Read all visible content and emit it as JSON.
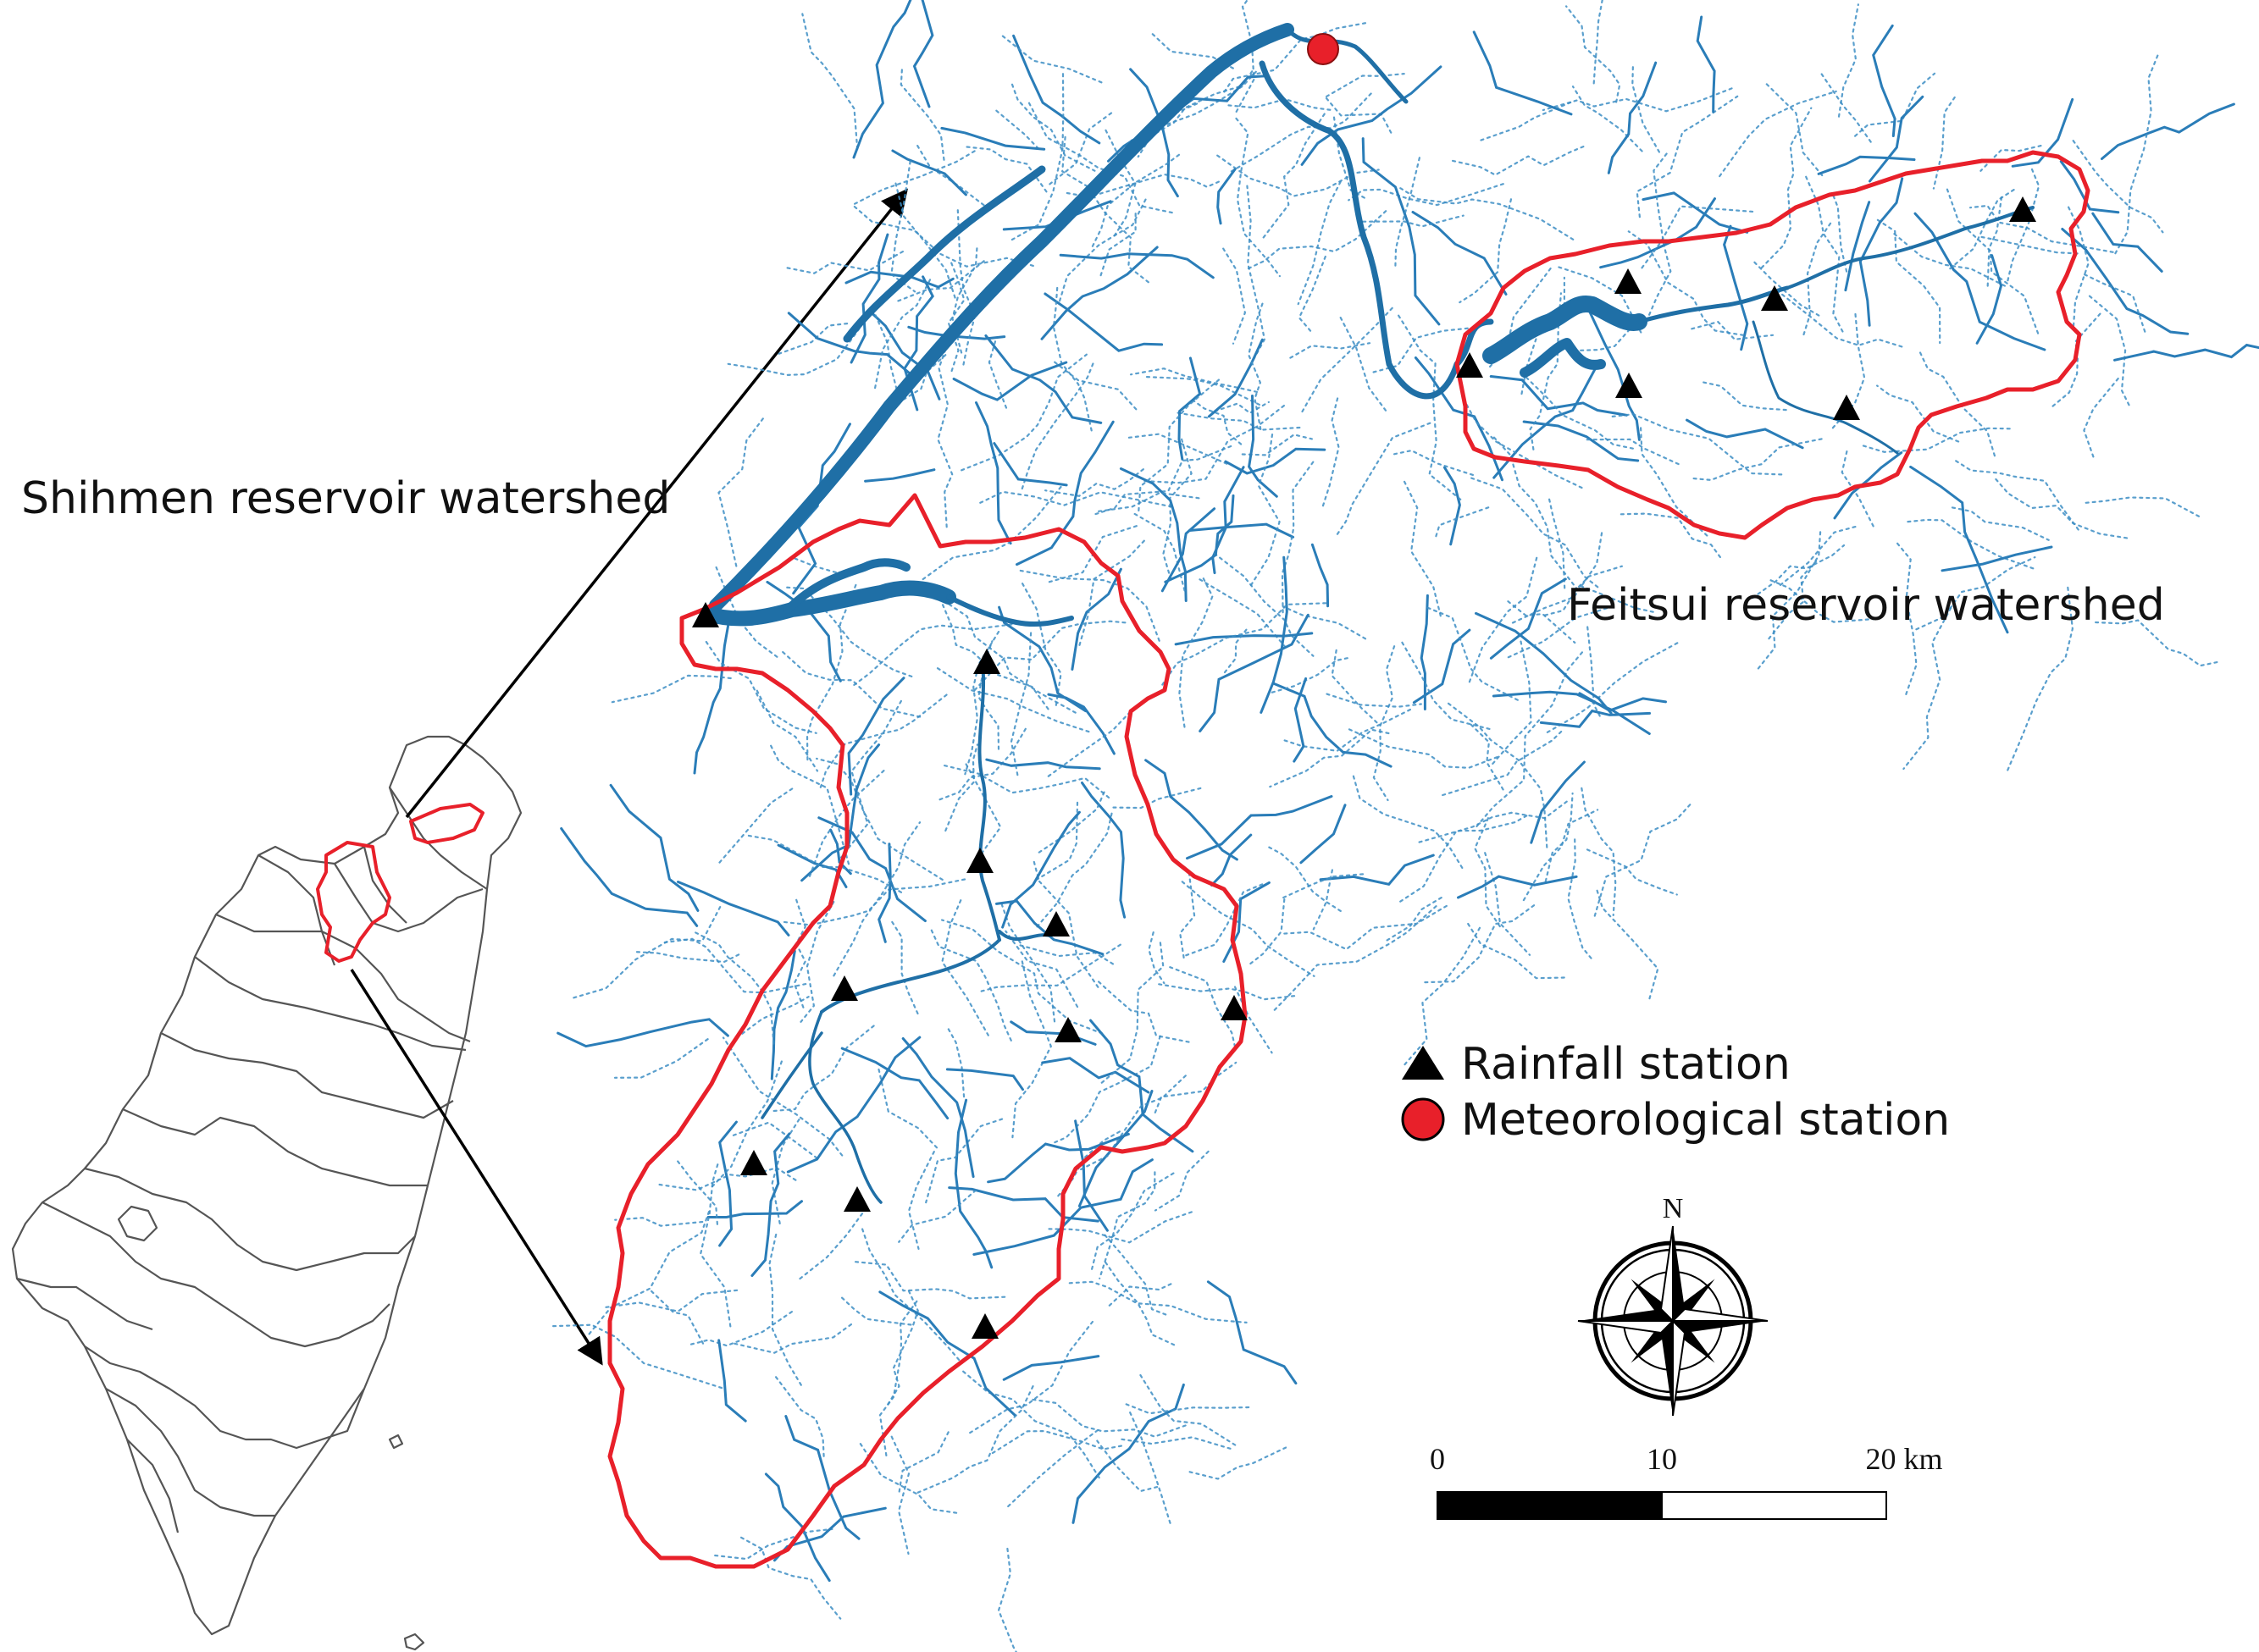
{
  "labels": {
    "shihmen": "Shihmen reservoir watershed",
    "feitsui": "Feitsui reservoir watershed"
  },
  "legend": {
    "rainfall": "Rainfall station",
    "meteorological": "Meteorological station"
  },
  "compass": {
    "north": "N"
  },
  "scale_bar": {
    "ticks": [
      "0",
      "10",
      "20 km"
    ]
  },
  "colors": {
    "boundary": "#e8202a",
    "river": "#1f6fa6",
    "station": "#000000",
    "meteorological": "#e8202a"
  },
  "icons": {
    "rainfall": "triangle-icon",
    "meteorological": "circle-icon",
    "compass": "compass-rose-icon"
  }
}
